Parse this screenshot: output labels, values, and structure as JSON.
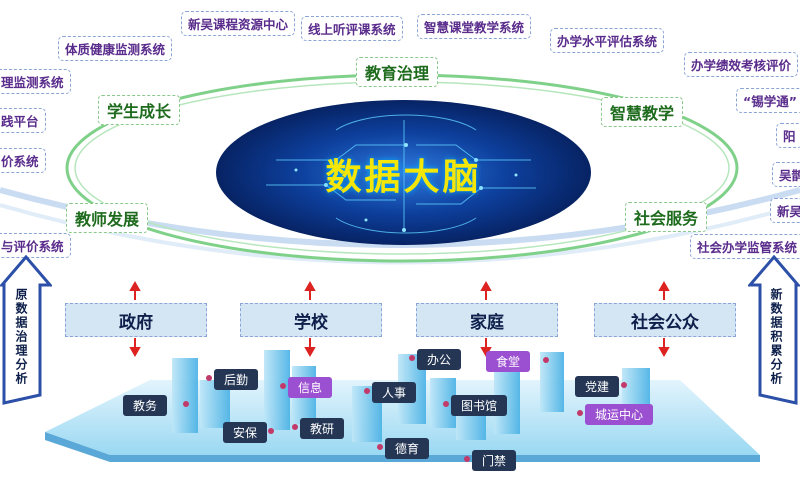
{
  "center_label": "数据大脑",
  "domains": {
    "top": "教育治理",
    "upper_left": "学生成长",
    "upper_right": "智慧教学",
    "lower_left": "教师发展",
    "lower_right": "社会服务"
  },
  "systems_top": [
    "新吴课程资源中心",
    "线上听评课系统",
    "智慧课堂教学系统",
    "办学水平评估系统"
  ],
  "systems_left": [
    "体质健康监测系统",
    "理监测系统",
    "践平台",
    "价系统",
    "与评价系统"
  ],
  "systems_right": [
    "办学绩效考核评价",
    "“锡学通”",
    "阳",
    "吴鹊",
    "新吴",
    "社会办学监管系统"
  ],
  "actors": [
    "政府",
    "学校",
    "家庭",
    "社会公众"
  ],
  "left_arrow_text": "原数据治理分析",
  "right_arrow_text": "新数据积累分析",
  "city_tags": [
    {
      "label": "后勤",
      "style": "dark"
    },
    {
      "label": "教务",
      "style": "dark"
    },
    {
      "label": "信息",
      "style": "purple"
    },
    {
      "label": "安保",
      "style": "dark"
    },
    {
      "label": "教研",
      "style": "dark"
    },
    {
      "label": "人事",
      "style": "dark"
    },
    {
      "label": "办公",
      "style": "dark"
    },
    {
      "label": "食堂",
      "style": "purple"
    },
    {
      "label": "图书馆",
      "style": "dark"
    },
    {
      "label": "德育",
      "style": "dark"
    },
    {
      "label": "门禁",
      "style": "dark"
    },
    {
      "label": "党建",
      "style": "dark"
    },
    {
      "label": "城运中心",
      "style": "purple"
    }
  ],
  "colors": {
    "ring": "#7fd18a",
    "brain_bg": "#0a2c7a",
    "brain_text": "#f5e60a",
    "actor_bg": "#d4e6f4",
    "tag_dark": "#243654",
    "tag_purple": "#9b4fd1"
  }
}
